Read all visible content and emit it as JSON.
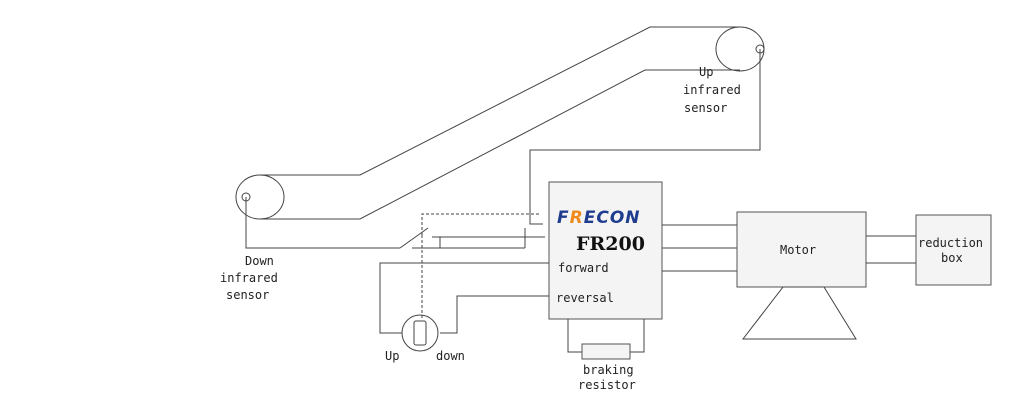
{
  "labels": {
    "up_sensor": [
      "Up",
      "infrared",
      "sensor"
    ],
    "down_sensor": [
      "Down",
      "infrared",
      "sensor"
    ],
    "brand": "FRECON",
    "model": "FR200",
    "forward": "forward",
    "reversal": "reversal",
    "motor": "Motor",
    "reduction_box": [
      "reduction",
      "box"
    ],
    "braking_resistor": [
      "braking",
      "resistor"
    ],
    "switch_up": "Up",
    "switch_down": "down"
  },
  "colors": {
    "brand_blue": "#1f3c8f",
    "brand_orange": "#f08a1c"
  }
}
